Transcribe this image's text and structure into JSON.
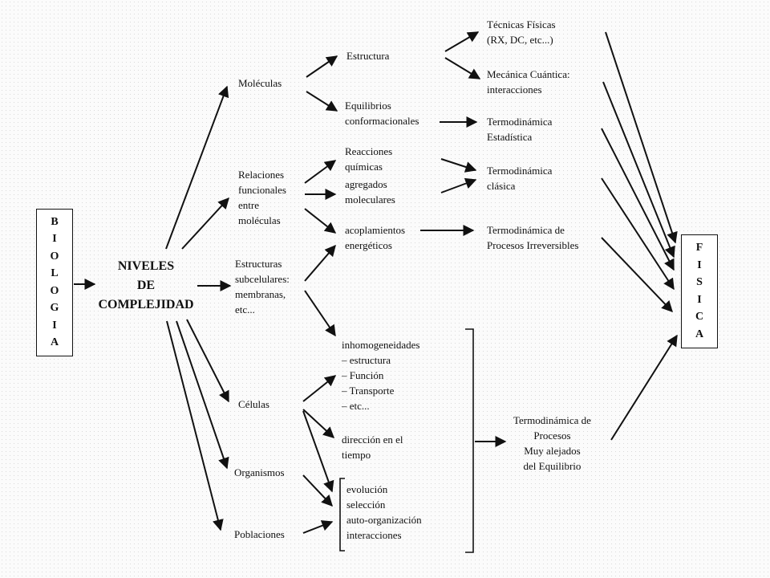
{
  "left_box": {
    "letters": [
      "B",
      "I",
      "O",
      "L",
      "O",
      "G",
      "I",
      "A"
    ]
  },
  "right_box": {
    "letters": [
      "F",
      "I",
      "S",
      "I",
      "C",
      "A"
    ]
  },
  "center": {
    "lines": [
      "NIVELES",
      "DE",
      "COMPLEJIDAD"
    ]
  },
  "levels": {
    "moleculas": "Moléculas",
    "relaciones": "Relaciones\nfuncionales\nentre\nmoléculas",
    "estructuras": "Estructuras\nsubcelulares:\nmembranas,\netc...",
    "celulas": "Células",
    "organismos": "Organismos",
    "poblaciones": "Poblaciones"
  },
  "phenomena": {
    "estructura": "Estructura",
    "equilibrios": "Equilibrios\nconformacionales",
    "reacciones": "Reacciones\nquímicas",
    "agregados": "agregados\nmoleculares",
    "acoplamientos": "acoplamientos\nenergéticos",
    "inhomogeneidades": "inhomogeneidades\n– estructura\n– Función\n– Transporte\n– etc...",
    "direccion": "dirección en el\ntiempo",
    "evolucion": "evolución\nselección\nauto-organización\ninteracciones"
  },
  "physics": {
    "tecnicas": "Técnicas Físicas\n(RX, DC, etc...)",
    "mecanica": "Mecánica Cuántica:\ninteracciones",
    "termo_estadistica": "Termodinámica\nEstadística",
    "termo_clasica": "Termodinámica\nclásica",
    "termo_irreversibles": "Termodinámica de\nProcesos Irreversibles",
    "termo_alejados": "Termodinámica de\nProcesos\nMuy alejados\ndel Equilibrio"
  }
}
